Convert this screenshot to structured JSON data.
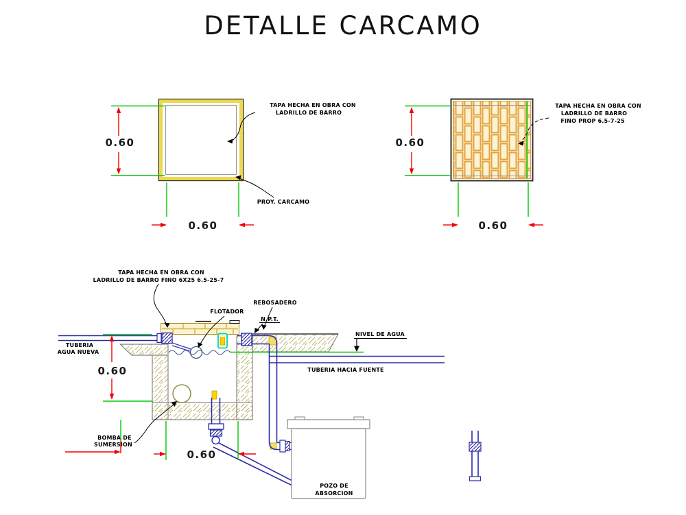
{
  "title": "DETALLE CARCAMO",
  "colors": {
    "dimension_red": "#F20000",
    "extension_green": "#00C800",
    "pipe_blue": "#2B2BA8",
    "brick_orange": "#E2A33B",
    "brick_fill": "#FCF2D4",
    "earth_khaki": "#C2BA78",
    "float_cyan": "#00CFCF",
    "fitting_yellow": "#F2DF6A"
  },
  "plan_left": {
    "annotation": {
      "line1": "TAPA HECHA EN OBRA CON",
      "line2": "LADRILLO DE BARRO"
    },
    "label_proy": "PROY. CARCAMO",
    "dim_vertical": "0.60",
    "dim_horizontal": "0.60"
  },
  "plan_right": {
    "annotation": {
      "line1": "TAPA HECHA EN OBRA CON",
      "line2": "LADRILLO DE BARRO",
      "line3": "FINO PROP 6.5-7-25"
    },
    "dim_vertical": "0.60",
    "dim_horizontal": "0.60"
  },
  "section": {
    "annotation_tapa": {
      "line1": "TAPA HECHA EN OBRA CON",
      "line2": "LADRILLO DE BARRO FINO 6X25 6.5-25-7"
    },
    "labels": {
      "rebosadero": "REBOSADERO",
      "flotador": "FLOTADOR",
      "npt": "N.P.T.",
      "nivel_agua": "NIVEL DE AGUA",
      "tuberia_agua_line1": "TUBERIA",
      "tuberia_agua_line2": "AGUA NUEVA",
      "tuberia_fuente": "TUBERIA HACIA FUENTE",
      "bomba_line1": "BOMBA DE",
      "bomba_line2": "SUMERSION",
      "pozo_line1": "POZO DE",
      "pozo_line2": "ABSORCION"
    },
    "dim_vertical": "0.60",
    "dim_horizontal": "0.60"
  }
}
